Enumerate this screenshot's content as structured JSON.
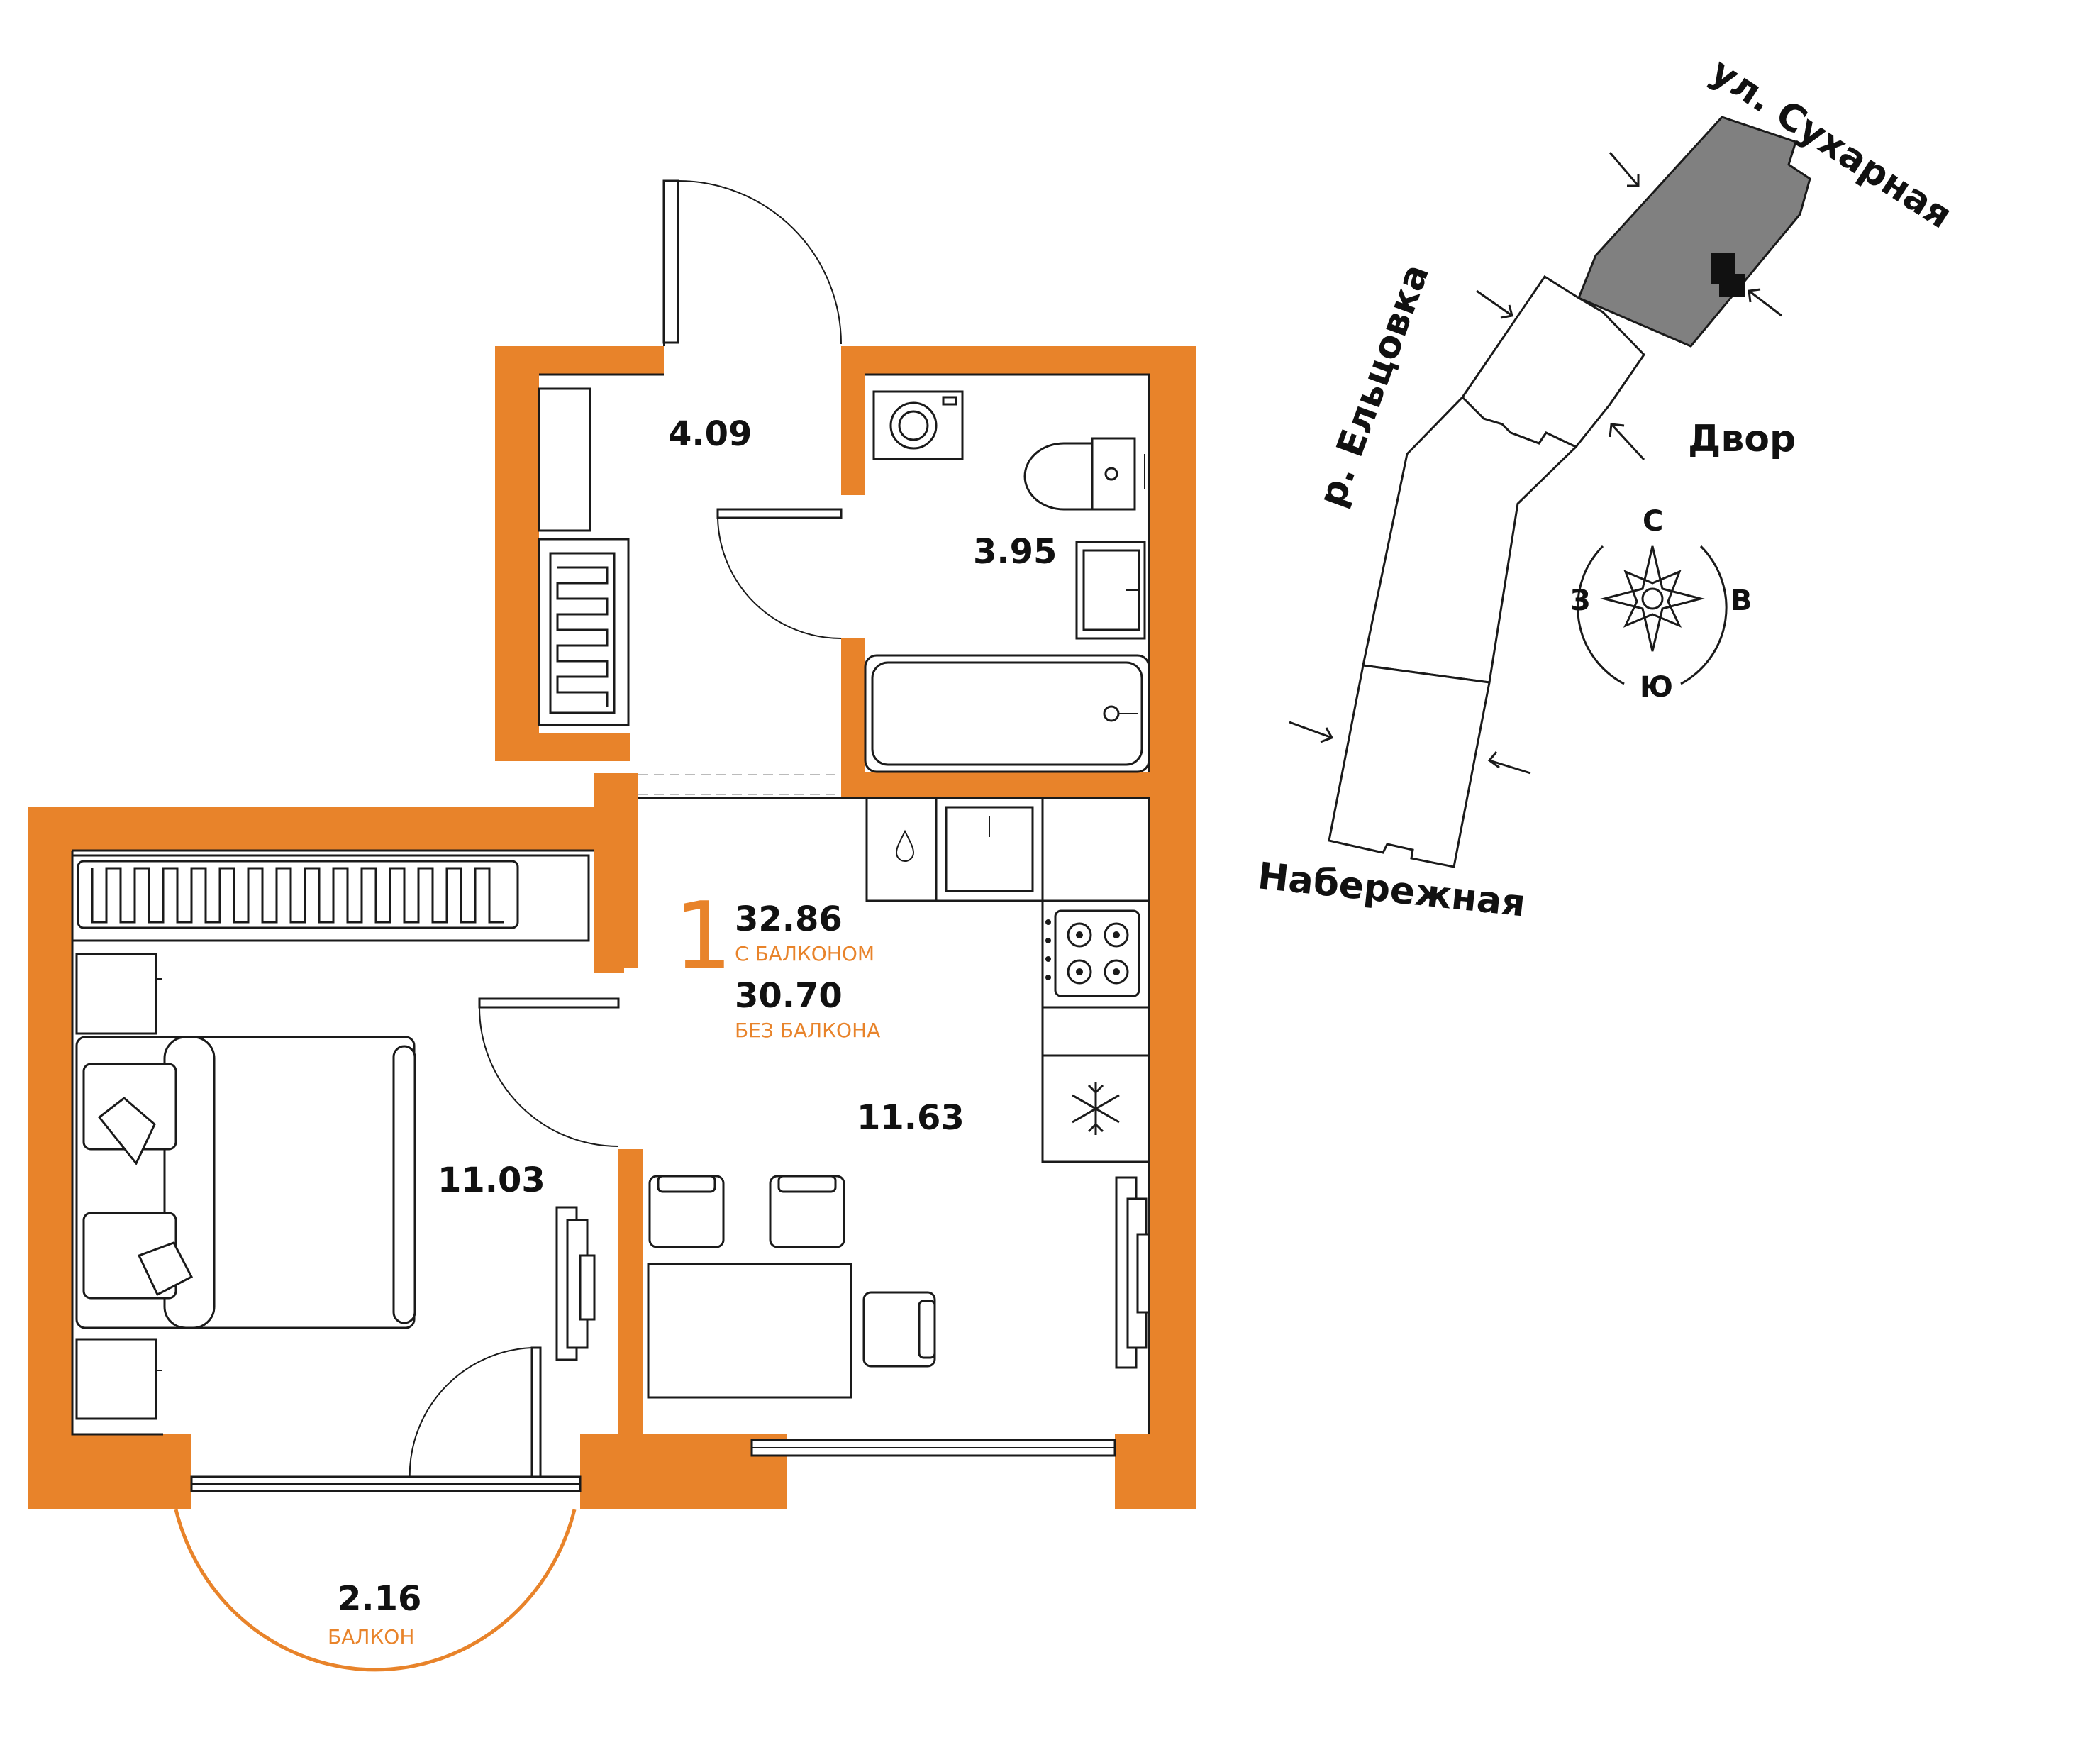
{
  "colors": {
    "wall": "#E8832A",
    "accent_text": "#E8832A",
    "line": "#1a1a1a",
    "building_section": "#808080"
  },
  "rooms": {
    "hall": "4.09",
    "bathroom": "3.95",
    "kitchen_living": "11.63",
    "bedroom": "11.03",
    "balcony_area": "2.16",
    "balcony_label": "БАЛКОН"
  },
  "summary": {
    "rooms_count": "1",
    "area_with_balcony": "32.86",
    "with_balcony_label": "С БАЛКОНОМ",
    "area_without_balcony": "30.70",
    "without_balcony_label": "БЕЗ БАЛКОНА"
  },
  "site_plan": {
    "street_label": "ул. Сухарная",
    "river_label": "р. Ельцовка",
    "yard_label": "Двор",
    "embankment_label": "Набережная"
  },
  "compass": {
    "north": "С",
    "south": "Ю",
    "west": "З",
    "east": "В"
  },
  "icons": [
    "washing-machine-icon",
    "toilet-icon",
    "sink-icon",
    "bathtub-icon",
    "radiator-icon",
    "stove-icon",
    "fridge-snowflake-icon",
    "water-drop-icon",
    "bed-icon",
    "pillow-icon",
    "chair-icon",
    "compass-rose-icon",
    "arrow-icon"
  ]
}
